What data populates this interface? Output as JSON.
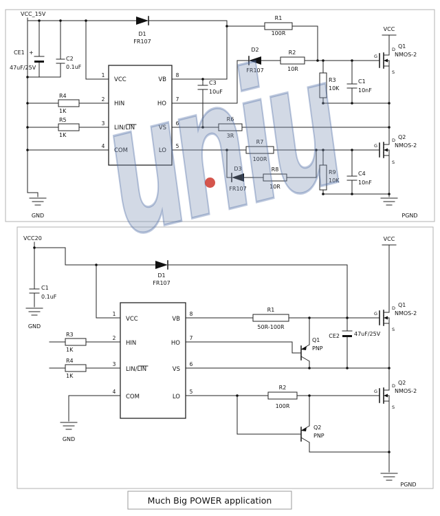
{
  "caption": "Much Big POWER application",
  "watermark": {
    "text": "uniu"
  },
  "fet": {
    "d": "D",
    "g": "G",
    "s": "S"
  },
  "ic": {
    "n1": "1",
    "n2": "2",
    "n3": "3",
    "n4": "4",
    "n5": "5",
    "n6": "6",
    "n7": "7",
    "n8": "8",
    "vcc": "VCC",
    "vb": "VB",
    "hin": "HIN",
    "ho": "HO",
    "lin": "LIN/LIN",
    "vs": "VS",
    "com": "COM",
    "lo": "LO"
  },
  "t": {
    "vcc_in": "VCC_15V",
    "gnd": "GND",
    "pgnd": "PGND",
    "vcc": "VCC",
    "plus": "+",
    "ce1": "CE1",
    "ce1_v": "47uF/25V",
    "c2": "C2",
    "c2_v": "0.1uF",
    "d1": "D1",
    "d1_v": "FR107",
    "r4": "R4",
    "r4_v": "1K",
    "r5": "R5",
    "r5_v": "1K",
    "c3": "C3",
    "c3_v": "10uF",
    "r1": "R1",
    "r1_v": "100R",
    "d2": "D2",
    "d2_v": "FR107",
    "r2": "R2",
    "r2_v": "10R",
    "r3": "R3",
    "r3_v": "10K",
    "c1": "C1",
    "c1_v": "10nF",
    "q1": "Q1",
    "q1_v": "NMOS-2",
    "r6": "R6",
    "r6_v": "3R",
    "r7": "R7",
    "r7_v": "100R",
    "d3": "D3",
    "d3_v": "FR107",
    "r8": "R8",
    "r8_v": "10R",
    "r9": "R9",
    "r9_v": "10K",
    "c4": "C4",
    "c4_v": "10nF",
    "q2": "Q2",
    "q2_v": "NMOS-2"
  },
  "b": {
    "vcc_in": "VCC20",
    "gnd_left": "GND",
    "gnd_mid": "GND",
    "pgnd": "PGND",
    "vcc": "VCC",
    "c1": "C1",
    "c1_v": "0.1uF",
    "d1": "D1",
    "d1_v": "FR107",
    "r3": "R3",
    "r3_v": "1K",
    "r4": "R4",
    "r4_v": "1K",
    "r1": "R1",
    "r1_v": "50R-100R",
    "q1p": "Q1",
    "q1p_v": "PNP",
    "ce2": "CE2",
    "ce2_v": "47uF/25V",
    "q1": "Q1",
    "q1_v": "NMOS-2",
    "r2": "R2",
    "r2_v": "100R",
    "q2p": "Q2",
    "q2p_v": "PNP",
    "q2": "Q2",
    "q2_v": "NMOS-2"
  }
}
